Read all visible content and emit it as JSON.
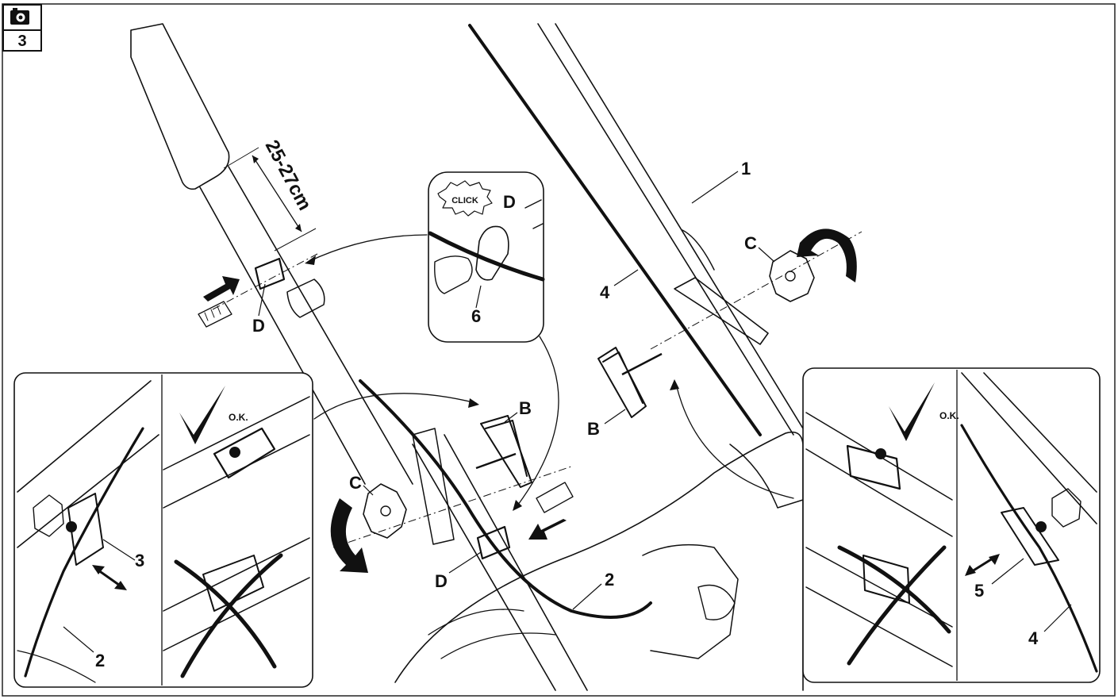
{
  "figure": {
    "step_number": "3",
    "camera_icon": "camera-icon",
    "measurement": "25-27cm",
    "click_text": "CLICK",
    "ok_text": "O.K.",
    "callouts": {
      "handle": "1",
      "cable": "2",
      "guide_left": "3",
      "cable_right": "4",
      "guide_right": "5",
      "clip_detail": "6",
      "bolt": "B",
      "knob": "C",
      "clip": "D"
    },
    "icons": {
      "ok": "checkmark-icon",
      "wrong": "cross-icon",
      "push": "arrow-icon",
      "rotate": "rotate-arrow-icon",
      "slide": "double-arrow-icon"
    }
  }
}
